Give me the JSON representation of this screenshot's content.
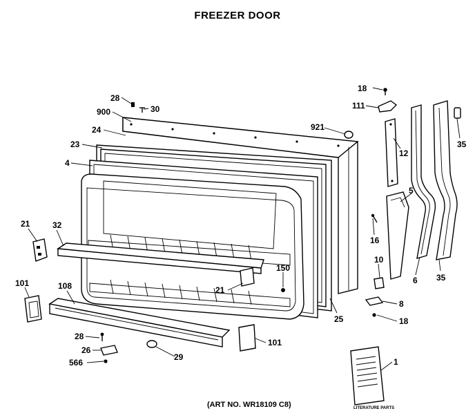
{
  "title": "FREEZER DOOR",
  "art_no": "(ART NO. WR18109 C8)",
  "manual_text": "LITERATURE PARTS",
  "parts": {
    "p1": "1",
    "p4": "4",
    "p5": "5",
    "p6": "6",
    "p8": "8",
    "p10": "10",
    "p12": "12",
    "p16": "16",
    "p18a": "18",
    "p18b": "18",
    "p21a": "21",
    "p21b": "21",
    "p23": "23",
    "p24": "24",
    "p25": "25",
    "p26": "26",
    "p28a": "28",
    "p28b": "28",
    "p29": "29",
    "p30": "30",
    "p32": "32",
    "p35a": "35",
    "p35b": "35",
    "p101a": "101",
    "p101b": "101",
    "p108": "108",
    "p111": "111",
    "p150": "150",
    "p566": "566",
    "p900": "900",
    "p921": "921"
  }
}
